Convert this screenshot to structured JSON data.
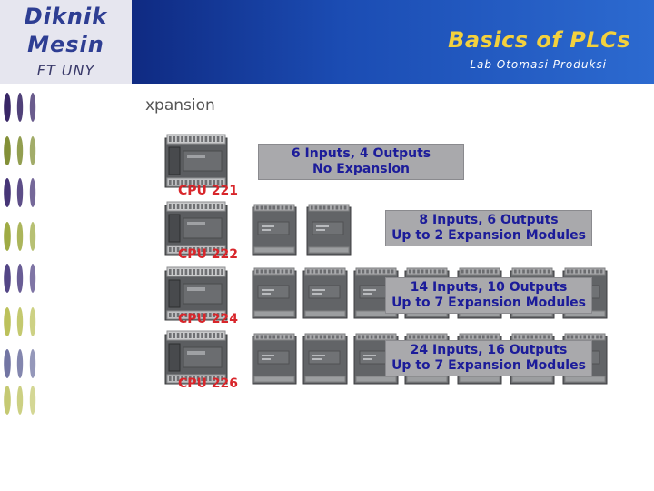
{
  "header": {
    "logo_line1": "Diknik",
    "logo_line2": "Mesin",
    "logo_line3": "FT UNY",
    "title": "Basics of PLCs",
    "subtitle": "Lab Otomasi Produksi"
  },
  "section_title": "xpansion",
  "rows": [
    {
      "cpu": "CPU 221",
      "line1": "6 Inputs, 4 Outputs",
      "line2": "No Expansion"
    },
    {
      "cpu": "CPU 222",
      "line1": "8 Inputs, 6 Outputs",
      "line2": "Up to 2 Expansion Modules"
    },
    {
      "cpu": "CPU 224",
      "line1": "14 Inputs, 10 Outputs",
      "line2": "Up to 7 Expansion Modules"
    },
    {
      "cpu": "CPU 226",
      "line1": "24 Inputs, 16 Outputs",
      "line2": "Up to 7 Expansion Modules"
    }
  ],
  "colors": {
    "banner": "#1b4cb3",
    "title_text": "#f3d13d",
    "cpu_label": "#d8262b",
    "desc_text": "#1c1c9a",
    "desc_bg": "#a9a9ac"
  }
}
